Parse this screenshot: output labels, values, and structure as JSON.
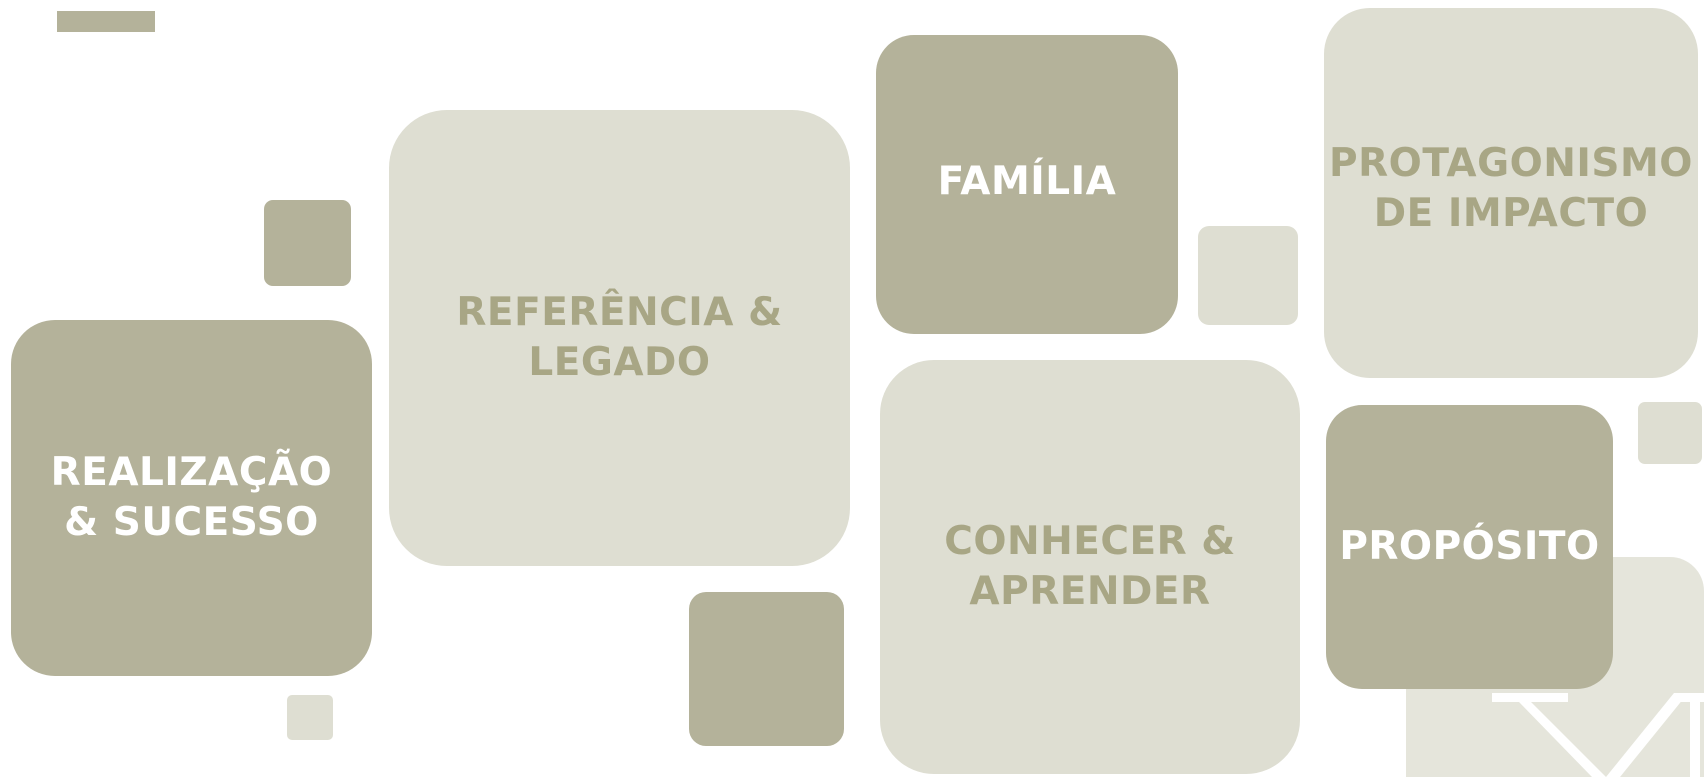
{
  "tiles": {
    "realizacao": "REALIZAÇÃO\n& SUCESSO",
    "referencia": "REFERÊNCIA &\nLEGADO",
    "familia": "FAMÍLIA",
    "conhecer": "CONHECER &\nAPRENDER",
    "protagonismo": "PROTAGONISMO\nDE IMPACTO",
    "proposito": "PROPÓSITO"
  },
  "colors": {
    "dark": "#b4b29a",
    "light": "#deded2",
    "light_text": "#a8a685",
    "dark_text": "#ffffff"
  },
  "logo": {
    "letters": "TM"
  }
}
